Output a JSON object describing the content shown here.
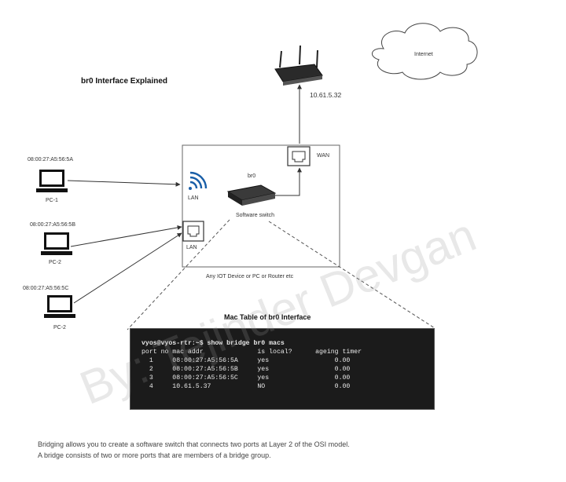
{
  "title": "br0 Interface Explained",
  "internet_label": "Internet",
  "router_ip": "10.61.5.32",
  "device_box_caption": "Any IOT Device or PC or Router etc",
  "bridge_name": "br0",
  "switch_label": "Software switch",
  "wan_label": "WAN",
  "lan_wifi_label": "LAN",
  "lan_eth_label": "LAN",
  "pcs": [
    {
      "mac": "08:00:27:A5:56:5A",
      "name": "PC-1"
    },
    {
      "mac": "08:00:27:A5:56:5B",
      "name": "PC-2"
    },
    {
      "mac": "08:00:27:A5:56:5C",
      "name": "PC-2"
    }
  ],
  "mac_table_title": "Mac Table of br0 Interface",
  "terminal": {
    "prompt": "vyos@vyos-rtr:~$ show bridge br0 macs",
    "header": "port no mac addr              is local?      ageing timer",
    "rows": [
      "  1     08:00:27:A5:56:5A     yes                 0.00",
      "  2     08:00:27:A5:56:5B     yes                 0.00",
      "  3     08:00:27:A5:56:5C     yes                 0.00",
      "  4     10.61.5.37            NO                  0.00"
    ]
  },
  "captions": [
    "Bridging allows you to create a software switch that connects two ports at Layer 2 of the OSI model.",
    " A bridge consists of two or more ports that are members of a bridge group."
  ],
  "watermark": "By: Tejinder Devgan",
  "colors": {
    "wifi_icon": "#1a5fa8",
    "terminal_bg": "#1b1b1b"
  }
}
